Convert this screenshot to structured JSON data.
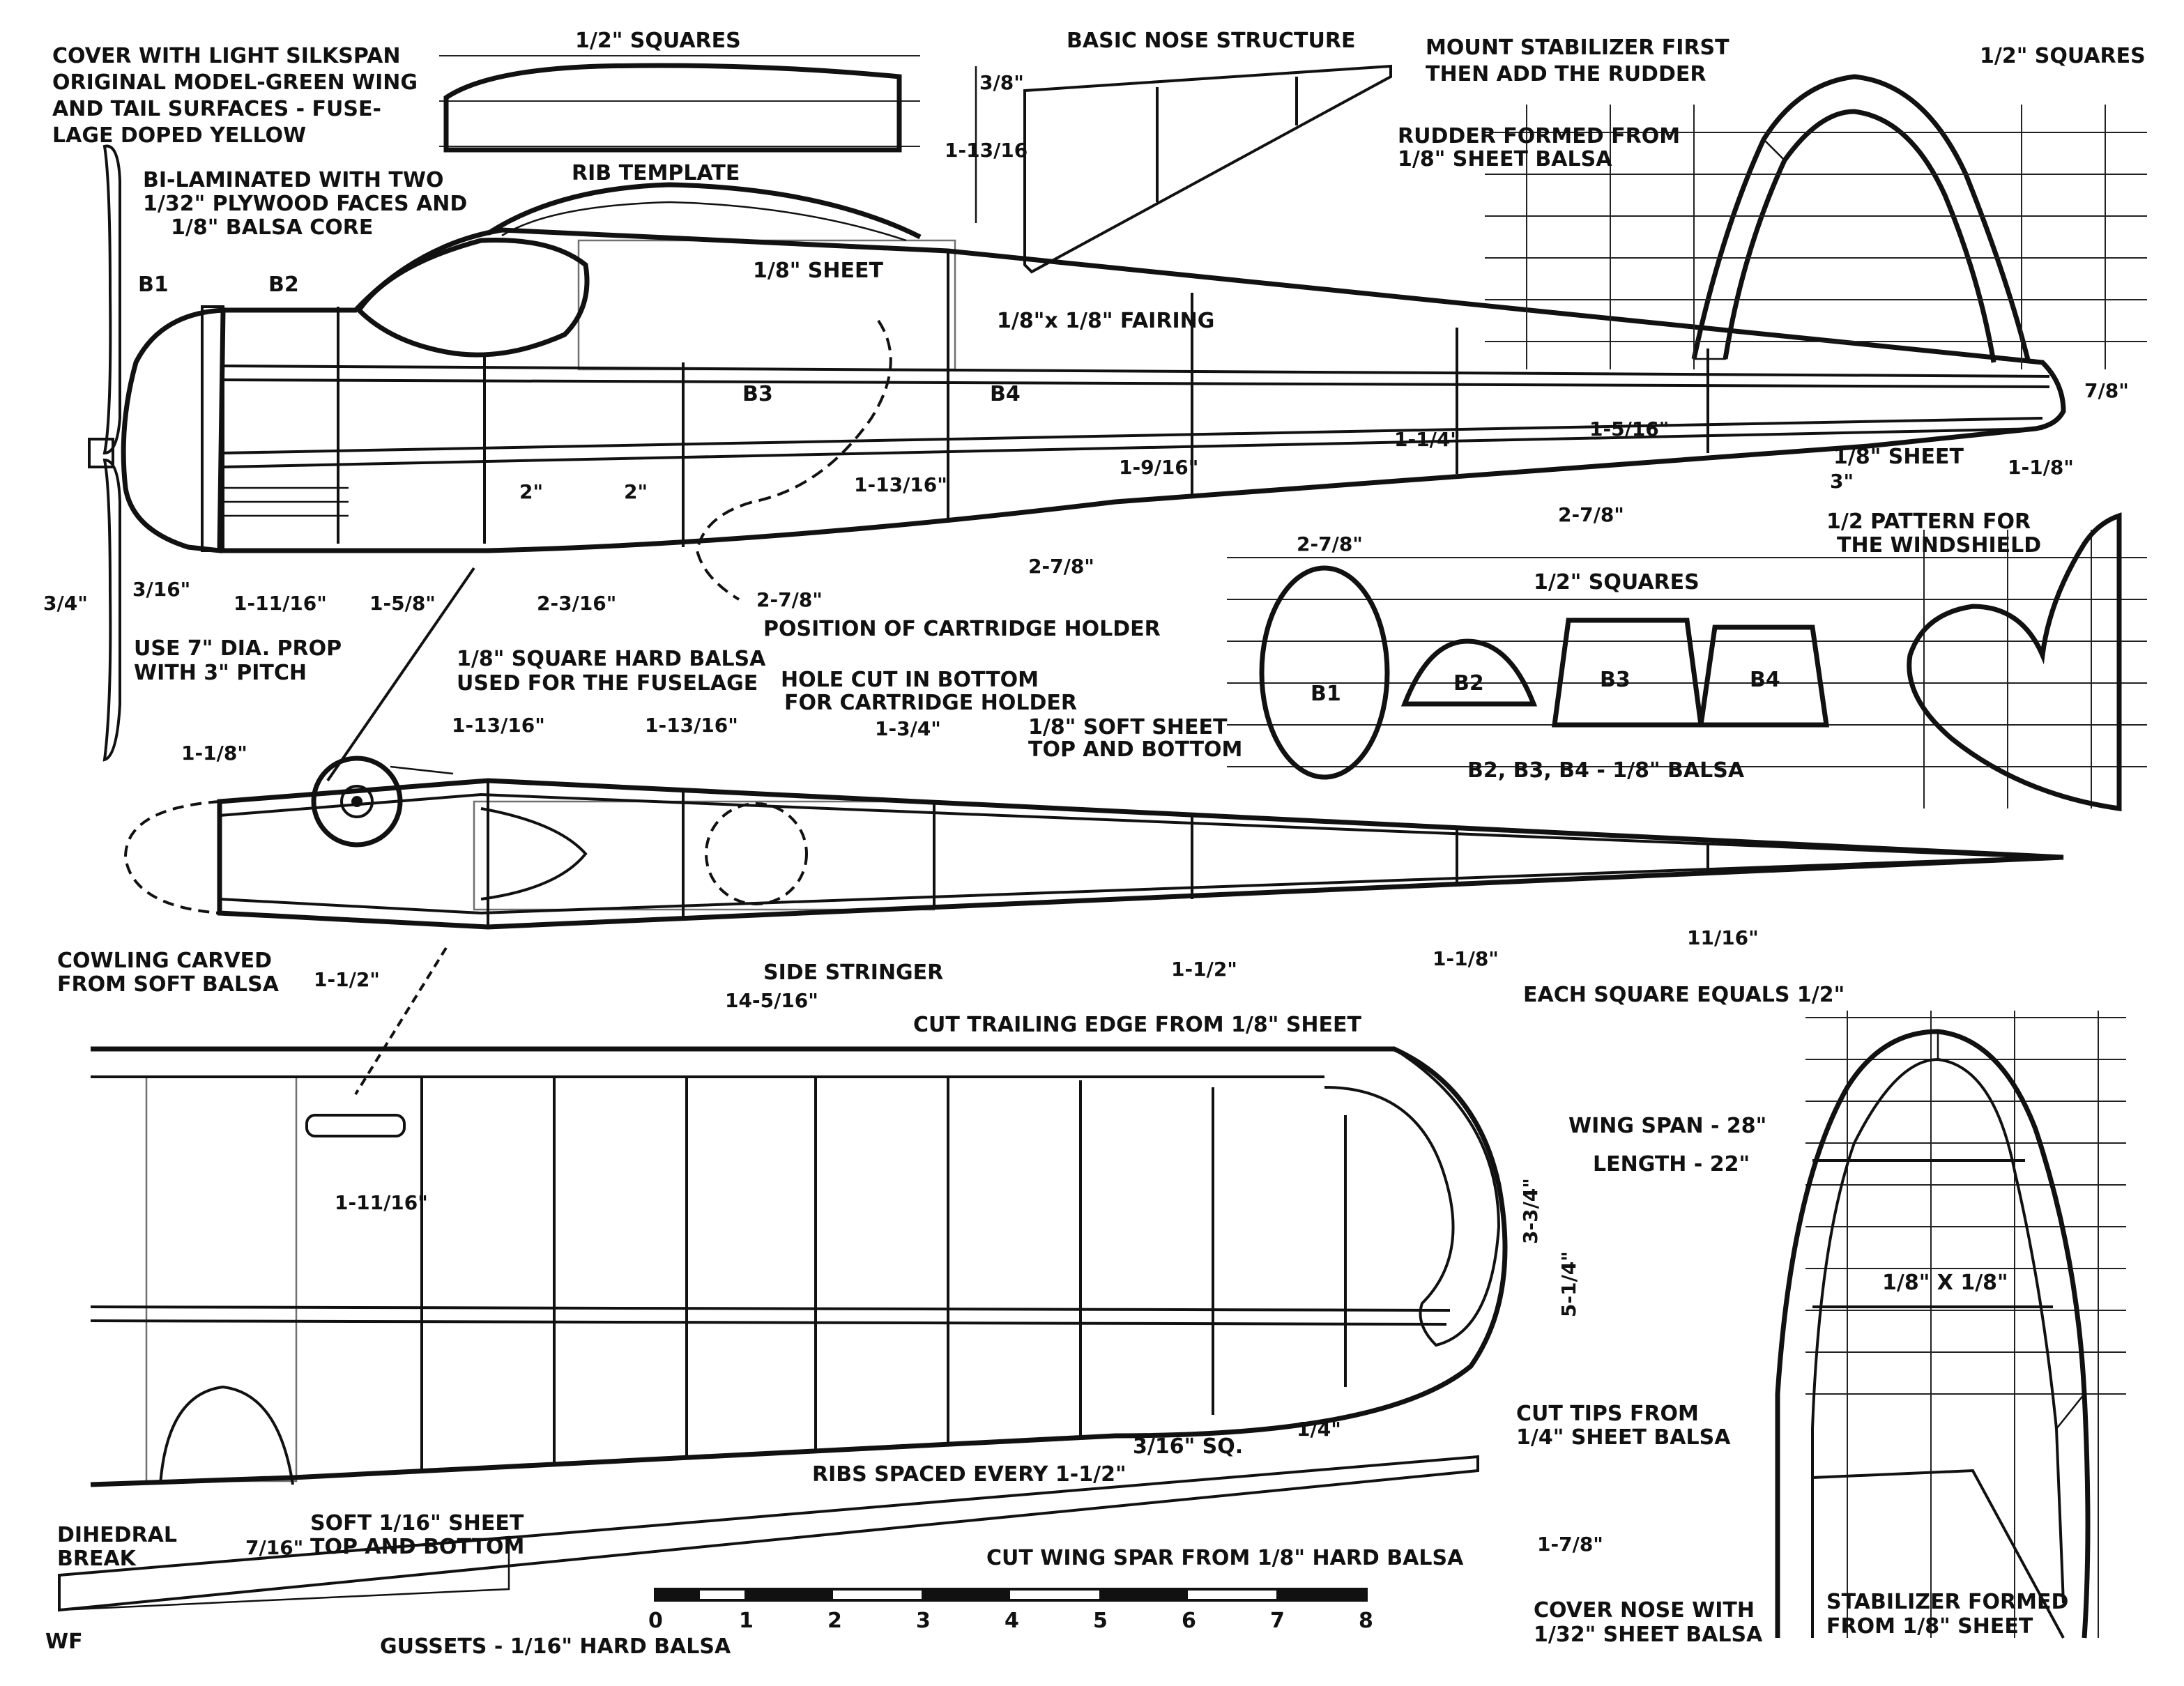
{
  "notes": {
    "cover": [
      "COVER WITH LIGHT SILKSPAN",
      "ORIGINAL MODEL-GREEN WING",
      "AND TAIL SURFACES - FUSE-",
      "LAGE DOPED YELLOW"
    ],
    "squares_top": "1/2\" SQUARES",
    "rib_template": "RIB TEMPLATE",
    "basic_nose": "BASIC NOSE STRUCTURE",
    "stabilizer_first": [
      "MOUNT STABILIZER FIRST",
      "THEN ADD THE RUDDER"
    ],
    "squares_right": "1/2\" SQUARES",
    "rudder_formed": [
      "RUDDER FORMED FROM",
      "1/8\" SHEET BALSA"
    ],
    "bilaminated": [
      "BI-LAMINATED WITH TWO",
      "1/32\" PLYWOOD FACES AND",
      "1/8\" BALSA CORE"
    ],
    "sheet_18": "1/8\" SHEET",
    "fairing": "1/8\"x 1/8\" FAIRING",
    "b1": "B1",
    "b2": "B2",
    "b3": "B3",
    "b4": "B4",
    "sheet_18_tail": "1/8\" SHEET",
    "windshield": [
      "1/2 PATTERN FOR",
      "THE WINDSHIELD"
    ],
    "cartridge_position": "POSITION OF CARTRIDGE HOLDER",
    "prop": [
      "USE 7\" DIA. PROP",
      "WITH 3\" PITCH"
    ],
    "square_balsa": [
      "1/8\" SQUARE HARD BALSA",
      "USED FOR THE FUSELAGE"
    ],
    "hole_cut": [
      "HOLE CUT IN BOTTOM",
      "FOR CARTRIDGE HOLDER"
    ],
    "soft_sheet": [
      "1/8\" SOFT SHEET",
      "TOP AND BOTTOM"
    ],
    "squares_mid": "1/2\" SQUARES",
    "formers_material": "B2, B3, B4 - 1/8\" BALSA",
    "cowling": [
      "COWLING CARVED",
      "FROM SOFT BALSA"
    ],
    "side_stringer": "SIDE STRINGER",
    "each_square": "EACH SQUARE EQUALS 1/2\"",
    "trailing_edge": "CUT TRAILING EDGE FROM 1/8\" SHEET",
    "wing_span": "WING SPAN - 28\"",
    "length": "LENGTH - 22\"",
    "stab_spar": "1/8\" X 1/8\"",
    "cut_tips": [
      "CUT TIPS FROM",
      "1/4\" SHEET BALSA"
    ],
    "spar_sq": "3/16\" SQ.",
    "ribs_spaced": "RIBS SPACED EVERY 1-1/2\"",
    "soft_116": [
      "SOFT 1/16\" SHEET",
      "TOP AND BOTTOM"
    ],
    "dihedral": [
      "DIHEDRAL",
      "BREAK"
    ],
    "wing_spar": "CUT WING SPAR FROM 1/8\" HARD BALSA",
    "cover_nose": [
      "COVER NOSE WITH",
      "1/32\" SHEET BALSA"
    ],
    "stab_formed": [
      "STABILIZER FORMED",
      "FROM 1/8\" SHEET"
    ],
    "gussets": "GUSSETS - 1/16\" HARD BALSA",
    "signature": "WF"
  },
  "dimensions": {
    "d_38": "3/8\"",
    "d_1_13_16_nose": "1-13/16",
    "d_78_tail": "7/8\"",
    "d_1_14": "1-1/4\"",
    "d_1_5_16": "1-5/16\"",
    "d_1_9_16": "1-9/16\"",
    "d_1_13_16_side": "1-13/16\"",
    "d_2a": "2\"",
    "d_2b": "2\"",
    "d_1_18_tail": "1-1/8\"",
    "d_3": "3\"",
    "d_2_78_right": "2-7/8\"",
    "d_2_78_top": "2-7/8\"",
    "d_2_78_mid": "2-7/8\"",
    "d_2_78_low": "2-7/8\"",
    "d_34": "3/4\"",
    "d_3_16": "3/16\"",
    "d_1_11_16": "1-11/16\"",
    "d_1_58": "1-5/8\"",
    "d_2_3_16": "2-3/16\"",
    "d_1_18_top": "1-1/8\"",
    "d_1_13_16_a": "1-13/16\"",
    "d_1_13_16_b": "1-13/16\"",
    "d_1_34": "1-3/4\"",
    "d_1_12_a": "1-1/2\"",
    "d_1_12_b": "1-1/2\"",
    "d_1_18_b": "1-1/8\"",
    "d_11_16": "11/16\"",
    "d_14_5_16": "14-5/16\"",
    "d_1_11_16_wing": "1-11/16\"",
    "d_3_34": "3-3/4\"",
    "d_5_14": "5-1/4\"",
    "d_14": "1/4\"",
    "d_7_16": "7/16\"",
    "d_1_78": "1-7/8\""
  },
  "scale": {
    "ticks": [
      "0",
      "1",
      "2",
      "3",
      "4",
      "5",
      "6",
      "7",
      "8"
    ]
  }
}
